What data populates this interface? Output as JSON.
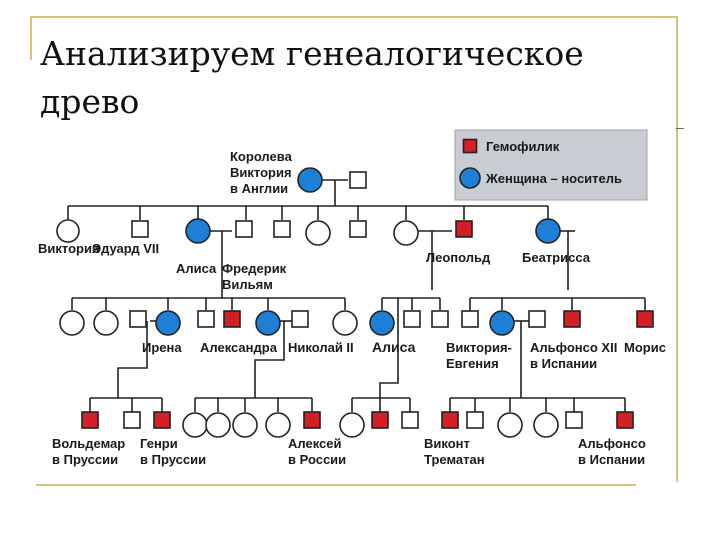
{
  "title": {
    "line1": "Анализируем генеалогическое",
    "line2": "древо"
  },
  "legend": {
    "hemophiliac": "Гемофилик",
    "carrier": "Женщина – носитель"
  },
  "colors": {
    "hemophiliac": "#d31f26",
    "carrier": "#1e7fd6",
    "line": "#222222",
    "frame": "#d7c27a"
  },
  "persons": {
    "victoria_queen": [
      "Королева",
      "Виктория",
      "в Англии"
    ],
    "victoria": [
      "Виктория"
    ],
    "edward": [
      "Эдуард VII"
    ],
    "alice1": [
      "Алиса"
    ],
    "frederick": [
      "Фредерик",
      "Вильям"
    ],
    "leopold": [
      "Леопольд"
    ],
    "beatrice": [
      "Беатрисса"
    ],
    "irena": [
      "Ирена"
    ],
    "alexandra": [
      "Александра"
    ],
    "nicholas": [
      "Николай II"
    ],
    "alice2": [
      "Алиса"
    ],
    "victoria_eugenia": [
      "Виктория-",
      "Евгения"
    ],
    "alfonso12": [
      "Альфонсо XII",
      "в Испании"
    ],
    "maurice": [
      "Морис"
    ],
    "waldemar": [
      "Вольдемар",
      "в Пруссии"
    ],
    "henry": [
      "Генри",
      "в Пруссии"
    ],
    "alexei": [
      "Алексей",
      "в России"
    ],
    "viscount": [
      "Виконт",
      "Трематан"
    ],
    "alfonso": [
      "Альфонсо",
      "в Испании"
    ]
  }
}
